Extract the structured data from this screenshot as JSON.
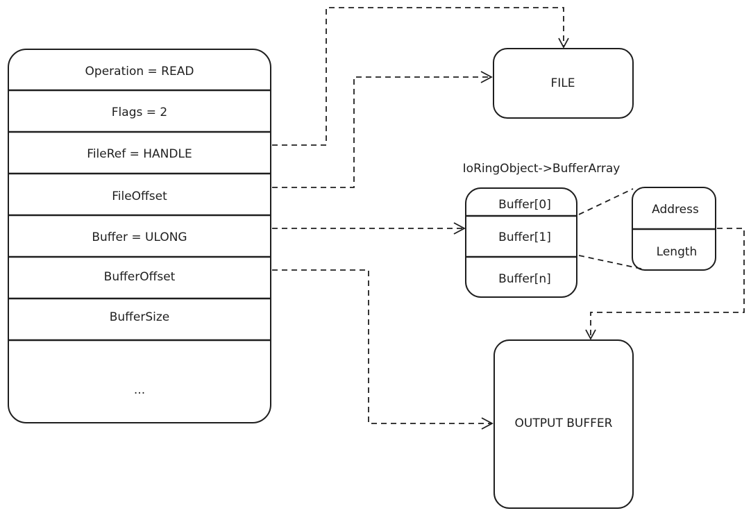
{
  "request_struct": {
    "fields": [
      "Operation = READ",
      "Flags = 2",
      "FileRef = HANDLE",
      "FileOffset",
      "Buffer = ULONG",
      "BufferOffset",
      "BufferSize",
      "..."
    ]
  },
  "file_box": {
    "label": "FILE"
  },
  "buffer_array": {
    "title": "IoRingObject->BufferArray",
    "items": [
      "Buffer[0]",
      "Buffer[1]",
      "Buffer[n]"
    ]
  },
  "buffer_entry": {
    "fields": [
      "Address",
      "Length"
    ]
  },
  "output_buffer": {
    "label": "OUTPUT BUFFER"
  }
}
